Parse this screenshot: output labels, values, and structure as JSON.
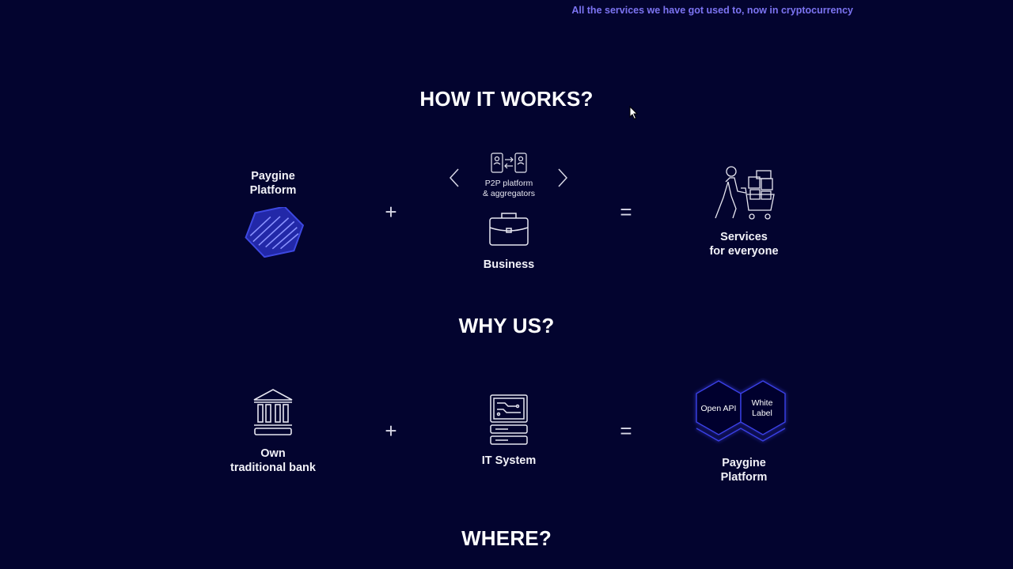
{
  "header": {
    "tagline": "All the services we have got used to, now in cryptocurrency"
  },
  "how_it_works": {
    "title": "HOW IT WORKS?",
    "left": {
      "label": "Paygine\nPlatform"
    },
    "plus": "+",
    "middle": {
      "carousel_label": "P2P platform\n& aggregators",
      "business_label": "Business"
    },
    "equals": "=",
    "right": {
      "label": "Services\nfor everyone"
    }
  },
  "why_us": {
    "title": "WHY US?",
    "left": {
      "label": "Own\ntraditional bank"
    },
    "plus": "+",
    "middle": {
      "label": "IT System"
    },
    "equals": "=",
    "right": {
      "hex_left": "Open API",
      "hex_right_line1": "White",
      "hex_right_line2": "Label",
      "label": "Paygine\nPlatform"
    }
  },
  "where": {
    "title": "WHERE?"
  },
  "colors": {
    "background": "#03042f",
    "accent": "#7c74f2",
    "brand_blue": "#2a34c8"
  }
}
